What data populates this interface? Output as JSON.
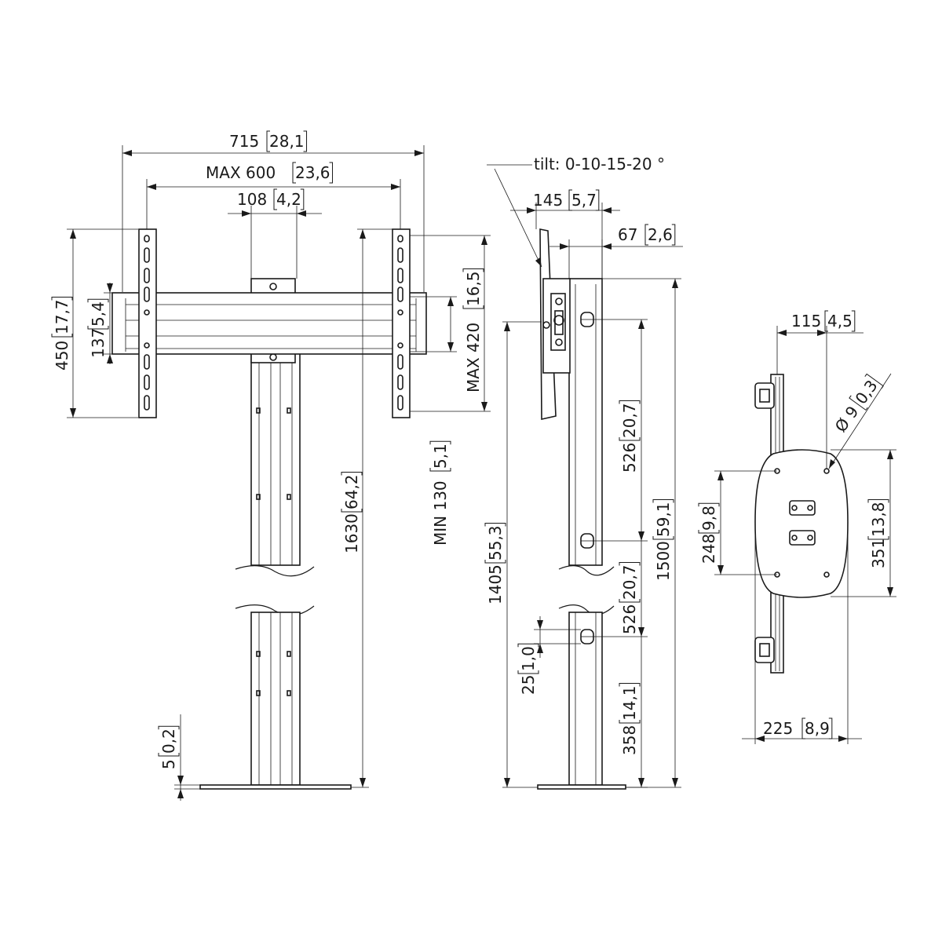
{
  "front_view": {
    "width_total": "715",
    "width_total_in": "28,1",
    "width_max": "MAX 600",
    "width_max_in": "23,6",
    "width_center": "108",
    "width_center_in": "4,2",
    "height_bracket": "450",
    "height_bracket_in": "17,7",
    "height_rail": "137",
    "height_rail_in": "5,4",
    "height_max": "MAX 420",
    "height_max_in": "16,5",
    "height_min": "MIN 130",
    "height_min_in": "5,1",
    "height_total": "1630",
    "height_total_in": "64,2",
    "base_thickness": "5",
    "base_thickness_in": "0,2"
  },
  "side_view": {
    "tilt": "tilt: 0-10-15-20 °",
    "depth_total": "145",
    "depth_total_in": "5,7",
    "depth_offset": "67",
    "depth_offset_in": "2,6",
    "height_center": "1405",
    "height_center_in": "55,3",
    "spacing_top": "526",
    "spacing_top_in": "20,7",
    "spacing_mid": "526",
    "spacing_mid_in": "20,7",
    "spacing_bottom": "358",
    "spacing_bottom_in": "14,1",
    "height_column": "1500",
    "height_column_in": "59,1",
    "clamp_height": "25",
    "clamp_height_in": "1,0"
  },
  "base_plate": {
    "offset_x": "115",
    "offset_x_in": "4,5",
    "hole_diameter": "Ø 9",
    "hole_diameter_in": "0,3",
    "hole_spacing": "248",
    "hole_spacing_in": "9,8",
    "plate_height": "351",
    "plate_height_in": "13,8",
    "plate_width": "225",
    "plate_width_in": "8,9"
  }
}
